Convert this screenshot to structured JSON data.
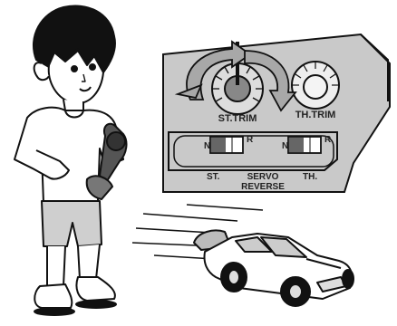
{
  "panel": {
    "st_trim": "ST.TRIM",
    "th_trim": "TH.TRIM",
    "st": "ST.",
    "servo": "SERVO",
    "reverse": "REVERSE",
    "th": "TH.",
    "n_left": "N",
    "r_left": "R",
    "n_right": "N",
    "r_right": "R"
  },
  "icons": [
    "boy-illustration",
    "transmitter-icon",
    "trim-dial-icon",
    "rotation-arrow-icon",
    "servo-reverse-switch-icon",
    "rc-car-icon",
    "speed-lines-icon"
  ],
  "colors": {
    "panel": "#c9c9c9",
    "outline": "#111111",
    "arrow": "#a8a8a8",
    "background": "#ffffff"
  }
}
